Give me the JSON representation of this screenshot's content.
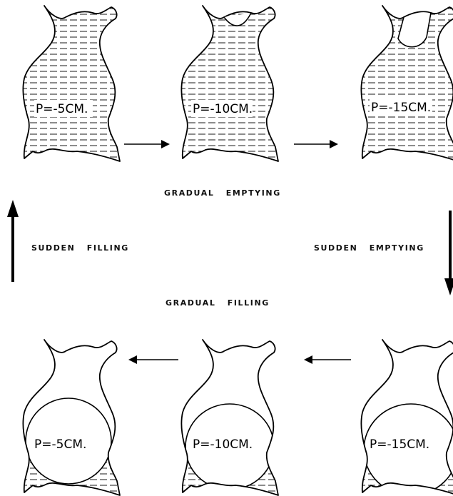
{
  "panels": [
    {
      "id": "top-left",
      "label": "P=-5CM."
    },
    {
      "id": "top-middle",
      "label": "P=-10CM."
    },
    {
      "id": "top-right",
      "label": "P=-15CM."
    },
    {
      "id": "bottom-left",
      "label": "P=-5CM."
    },
    {
      "id": "bottom-middle",
      "label": "P=-10CM."
    },
    {
      "id": "bottom-right",
      "label": "P=-15CM."
    }
  ],
  "process_labels": {
    "gradual_emptying": "GRADUAL   EMPTYING",
    "gradual_filling": "GRADUAL   FILLING",
    "sudden_filling": "SUDDEN   FILLING",
    "sudden_emptying": "SUDDEN   EMPTYING"
  }
}
